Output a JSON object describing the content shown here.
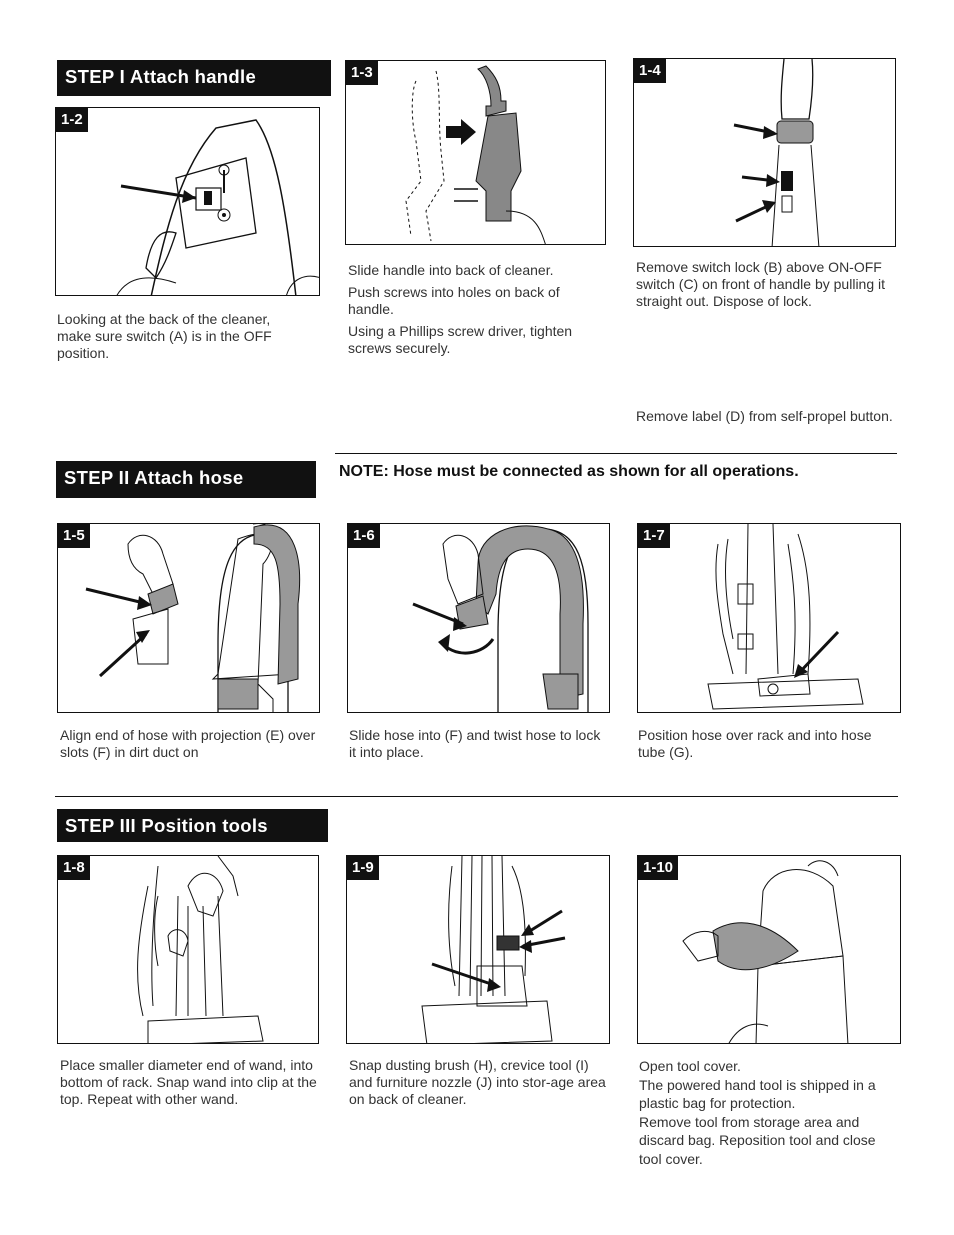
{
  "steps": {
    "one": "STEP  I  Attach  handle",
    "two": "STEP II Attach hose",
    "three": "STEP III Position tools"
  },
  "note": "NOTE:  Hose must be connected as shown for  all operations.",
  "figures": {
    "f12": "1-2",
    "f13": "1-3",
    "f14": "1-4",
    "f15": "1-5",
    "f16": "1-6",
    "f17": "1-7",
    "f18": "1-8",
    "f19": "1-9",
    "f110": "1-10"
  },
  "captions": {
    "c12": "Looking at the back of the cleaner, make sure switch (A) is in the OFF position.",
    "c13": [
      "Slide handle into back of cleaner.",
      "Push screws into holes on back of handle.",
      "Using a Phillips screw driver, tighten screws securely."
    ],
    "c14": "Remove switch lock (B) above ON-OFF switch (C) on front of handle by pulling it straight out.  Dispose of lock.",
    "c14b": "Remove label (D) from self-propel button.",
    "c15": "Align end of hose with projection (E) over slots (F) in dirt duct on",
    "c16": "Slide hose into (F) and twist hose to lock it into place.",
    "c17": "Position hose over rack and into hose tube (G).",
    "c18": "Place smaller diameter end of wand, into bottom of rack.  Snap wand into clip at the top.  Repeat with other wand.",
    "c19": "Snap dusting brush (H), crevice tool (I) and furniture nozzle (J) into stor-age area on back of cleaner.",
    "c110": [
      "Open tool cover.",
      "The powered hand tool is shipped in a plastic bag for protection.",
      "Remove tool from storage area and discard bag. Reposition tool and close tool cover."
    ]
  }
}
